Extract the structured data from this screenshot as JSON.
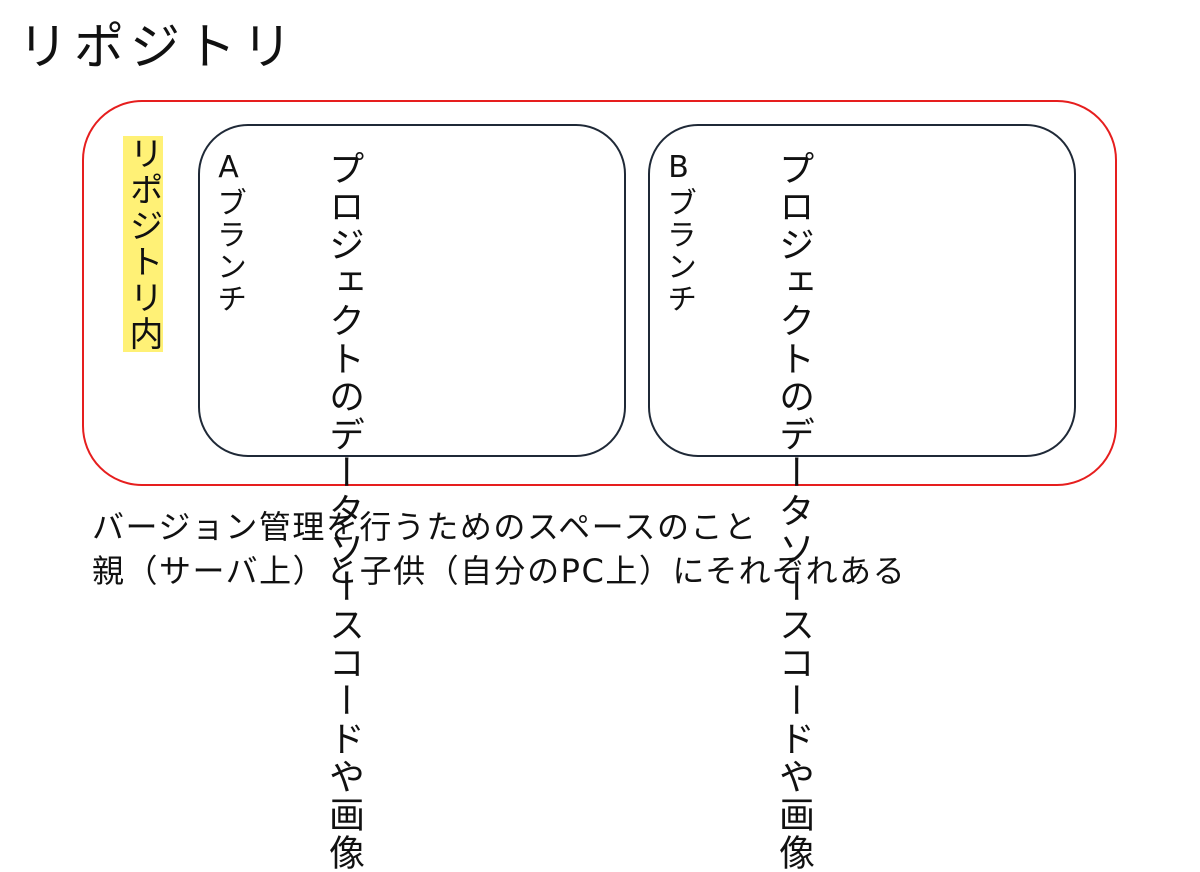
{
  "slide": {
    "title": "リポジトリ",
    "repository_label": "リポジトリ内",
    "branches": [
      {
        "name": "Aブランチ",
        "content": "プロジェクトのデータソースコードや画像"
      },
      {
        "name": "Bブランチ",
        "content": "プロジェクトのデータソースコードや画像"
      }
    ],
    "description_lines": [
      "バージョン管理を行うためのスペースのこと",
      "親（サーバ上）と子供（自分のPC上）にそれぞれある"
    ]
  },
  "colors": {
    "repository_border": "#e61e1e",
    "branch_border": "#1f2937",
    "highlight": "#fff176"
  }
}
